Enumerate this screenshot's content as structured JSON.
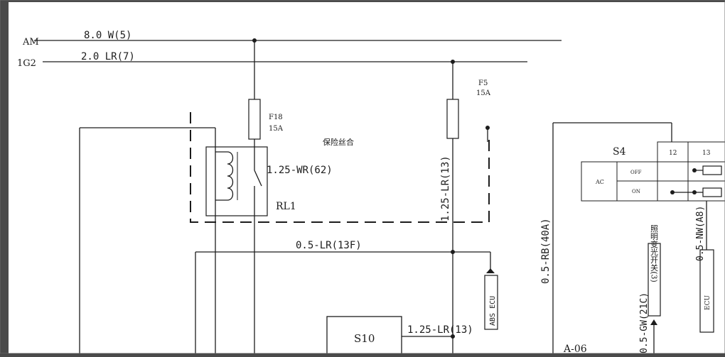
{
  "rails": {
    "am_label": "AM",
    "am_wire": "8.0 W(5)",
    "ig2_label": "1G2",
    "ig2_wire": "2.0 LR(7)"
  },
  "fuses": {
    "f18_name": "F18",
    "f18_rating": "15A",
    "f5_name": "F5",
    "f5_rating": "15A",
    "box_label": "保险丝合"
  },
  "relay": {
    "name": "RL1",
    "wire": "1.25-WR(62)"
  },
  "wires": {
    "lr13_vertical": "1.25-LR(13)",
    "lr13f": "0.5-LR(13F)",
    "lr13_s10": "1.25-LR(13)",
    "rb40a": "0.5-RB(40A)",
    "gw21c": "0.5-GW(21C)",
    "nw_a8": "0.5-NW(A8)"
  },
  "components": {
    "abs_ecu": "ABS ECU",
    "s10": "S10",
    "s4": "S4",
    "s4_pin12": "12",
    "s4_pin13": "13",
    "s4_ac": "AC",
    "s4_off": "OFF",
    "s4_on": "ON",
    "lighting_switch": "照明变光开关(3)",
    "ecu": "ECU",
    "a06": "A-06"
  },
  "colors": {
    "page_bg": "#ffffff",
    "frame": "#4a4a4a",
    "ink": "#1c1c1c"
  }
}
